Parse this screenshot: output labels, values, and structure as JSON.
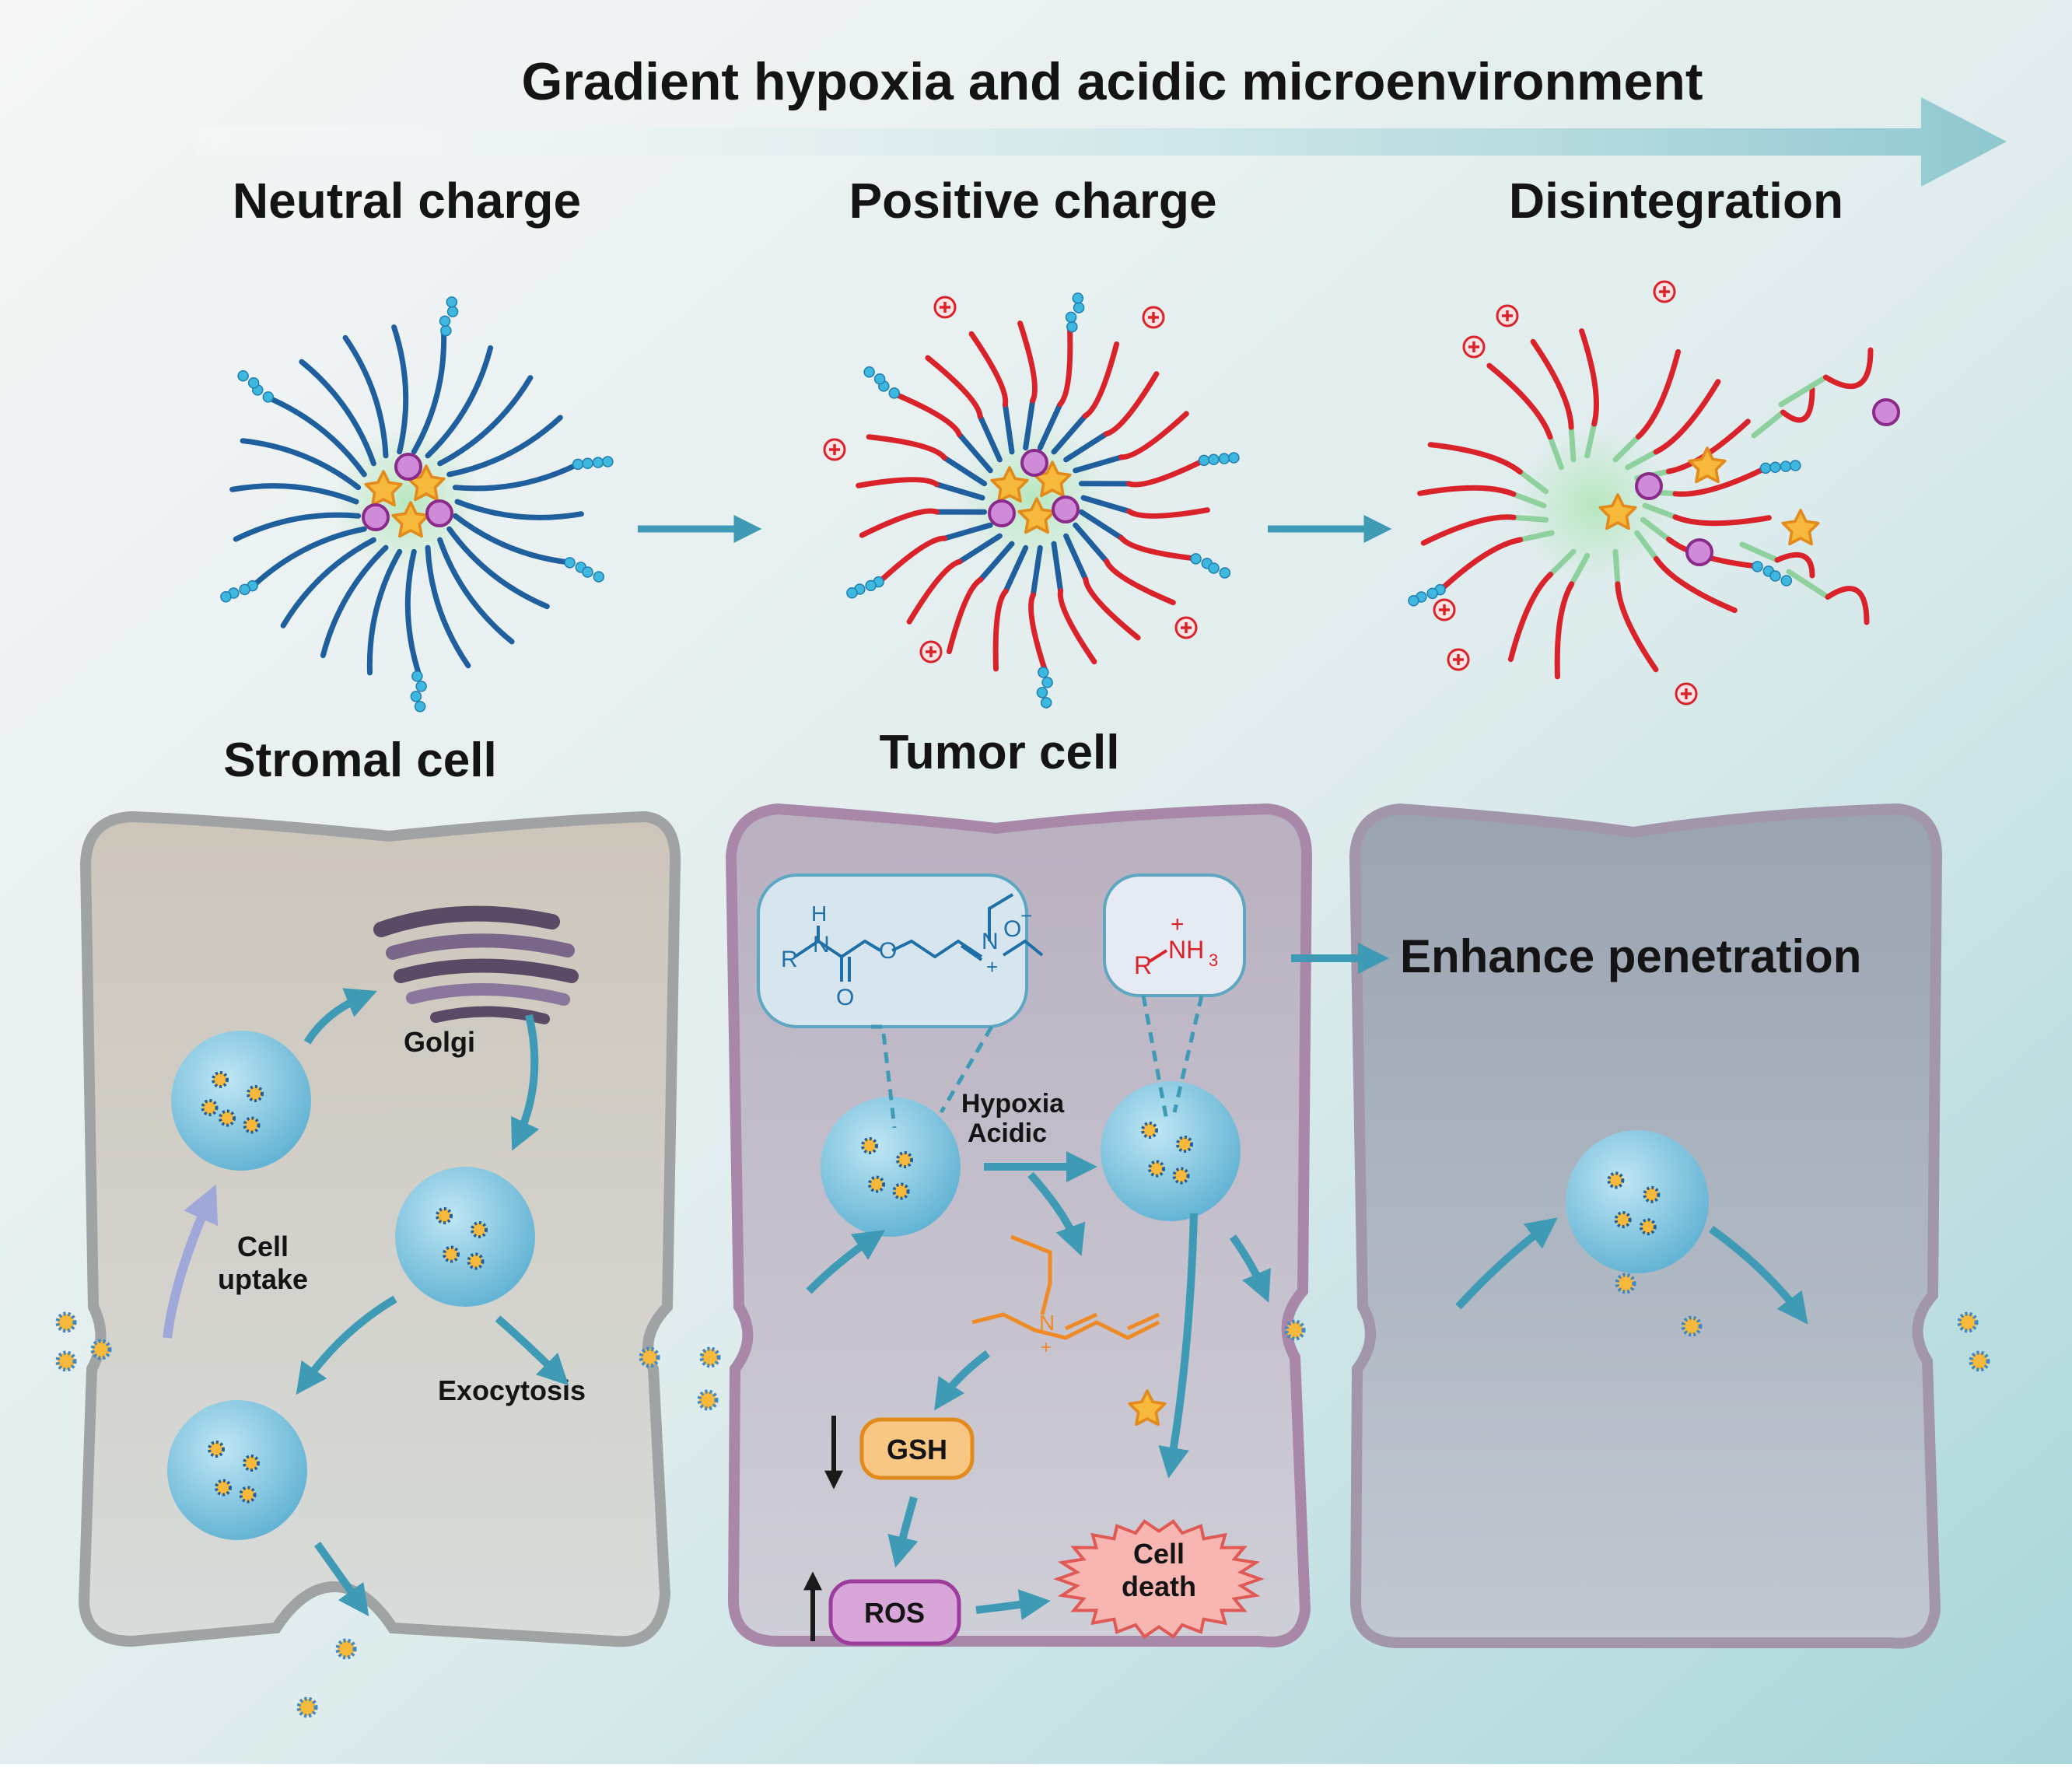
{
  "header": {
    "title": "Gradient hypoxia and acidic microenvironment"
  },
  "stages": {
    "neutral": "Neutral charge",
    "positive": "Positive charge",
    "disintegration": "Disintegration"
  },
  "cells": {
    "stromal": "Stromal cell",
    "tumor": "Tumor cell"
  },
  "stromal_labels": {
    "golgi": "Golgi",
    "cell_uptake_1": "Cell",
    "cell_uptake_2": "uptake",
    "exocytosis": "Exocytosis"
  },
  "tumor_labels": {
    "hypoxia": "Hypoxia",
    "acidic": "Acidic",
    "gsh": "GSH",
    "ros": "ROS",
    "cell_death_1": "Cell",
    "cell_death_2": "death"
  },
  "chem": {
    "r": "R",
    "h": "H",
    "n": "N",
    "o": "O",
    "o_minus": "O",
    "minus": "−",
    "plus": "+",
    "nh3": "NH",
    "sub3": "3"
  },
  "penetration": {
    "label": "Enhance penetration"
  },
  "colors": {
    "blue_chain": "#1f5f9e",
    "red_chain": "#d9222a",
    "green_core": "#8fd19e",
    "star": "#f6b93b",
    "sphere": "#a874b4",
    "vesicle": "#7ec8e3",
    "arrow": "#3f9bb5",
    "gsh_box": "#f9c784",
    "ros_box": "#d9a6d9",
    "death": "#f7b6b2"
  }
}
